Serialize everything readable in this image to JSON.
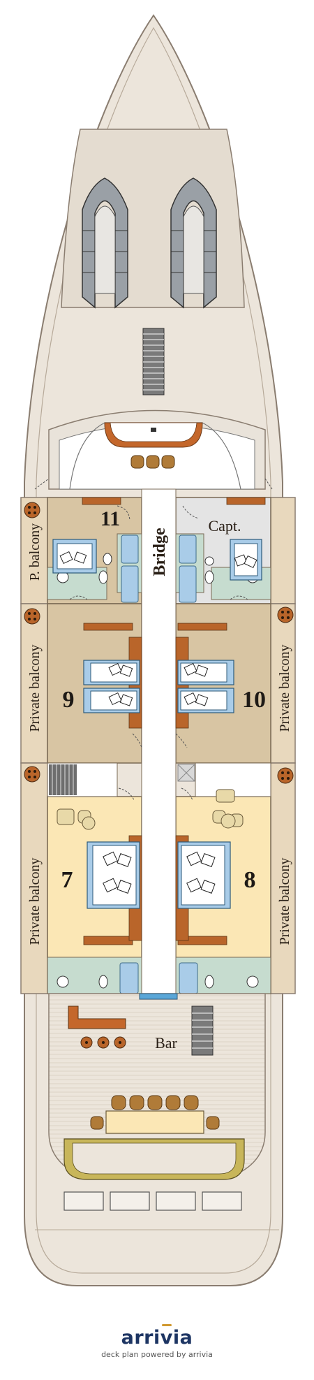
{
  "diagram": {
    "colors": {
      "hull": "#ece5db",
      "hull_outline": "#8a7d70",
      "cabin_tan": "#d8c5a3",
      "cabin_yellow": "#fbe7b5",
      "balcony": "#e8d8bd",
      "corridor": "#ffffff",
      "furniture": "#b9652a",
      "bed": "#a9cce8",
      "bathroom": "#c6dccf"
    },
    "labels": {
      "bridge": "Bridge",
      "captain": "Capt.",
      "bar": "Bar",
      "p_balcony": "P. balcony",
      "private_balcony": "Private balcony"
    },
    "cabins": [
      {
        "number": "11",
        "label": "11"
      },
      {
        "number": "9",
        "label": "9"
      },
      {
        "number": "10",
        "label": "10"
      },
      {
        "number": "7",
        "label": "7"
      },
      {
        "number": "8",
        "label": "8"
      }
    ]
  },
  "footer": {
    "brand_prefix": "arri",
    "brand_v": "v",
    "brand_suffix": "ia",
    "tagline": "deck plan powered by arrivia"
  }
}
